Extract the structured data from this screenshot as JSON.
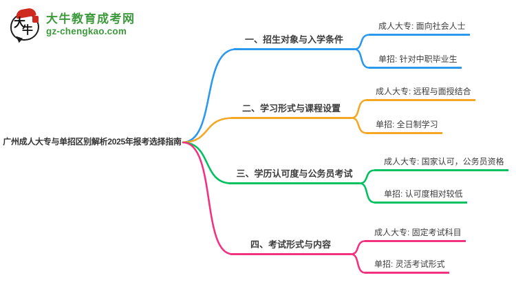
{
  "logo": {
    "icon_char_top": "大",
    "icon_char_bottom": "牛",
    "site_name": "大牛教育成考网",
    "site_domain": "gz-chengkao.com",
    "brand_green": "#3c9a3c",
    "icon_red": "#cf2a1f"
  },
  "mindmap": {
    "root": {
      "label": "广州成人大专与单招区别解析2025年报考选择指南"
    },
    "branches": [
      {
        "label": "一、招生对象与入学条件",
        "color": "#2b98f0",
        "children": [
          {
            "label": "成人大专: 面向社会人士"
          },
          {
            "label": "单招: 针对中职毕业生"
          }
        ]
      },
      {
        "label": "二、学习形式与课程设置",
        "color": "#f5a623",
        "children": [
          {
            "label": "成人大专: 远程与面授结合"
          },
          {
            "label": "单招: 全日制学习"
          }
        ]
      },
      {
        "label": "三、学历认可度与公务员考试",
        "color": "#00c160",
        "children": [
          {
            "label": "成人大专: 国家认可，公务员资格"
          },
          {
            "label": "单招: 认可度相对较低"
          }
        ]
      },
      {
        "label": "四、考试形式与内容",
        "color": "#f4317f",
        "children": [
          {
            "label": "成人大专: 固定考试科目"
          },
          {
            "label": "单招: 灵活考试形式"
          }
        ]
      }
    ]
  }
}
